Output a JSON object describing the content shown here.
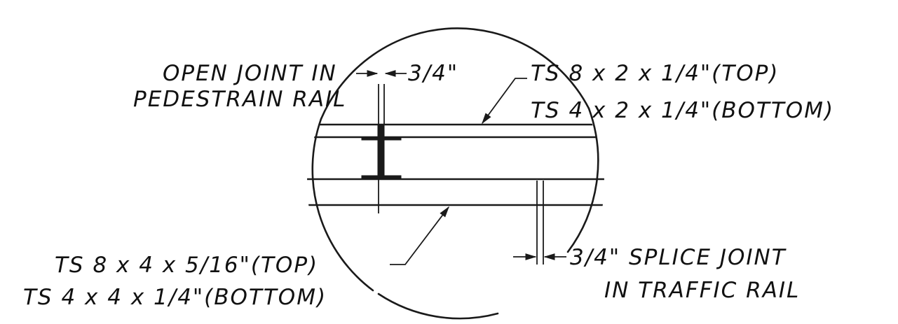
{
  "labels": {
    "open_joint_line1": "OPEN JOINT IN",
    "open_joint_line2": "PEDESTRAIN RAIL",
    "open_joint_dim": "3/4\"",
    "top_rail_line1": "TS 8 x 2 x 1/4\"(TOP)",
    "top_rail_line2": "TS 4 x 2 x 1/4\"(BOTTOM)",
    "bottom_rail_line1": "TS 8 x 4 x 5/16\"(TOP)",
    "bottom_rail_line2": "TS 4 x 4 x 1/4\"(BOTTOM)",
    "splice_line1": "3/4\" SPLICE JOINT",
    "splice_line2": "IN TRAFFIC RAIL"
  },
  "colors": {
    "ink": "#1a1a1a",
    "paper": "#ffffff"
  }
}
